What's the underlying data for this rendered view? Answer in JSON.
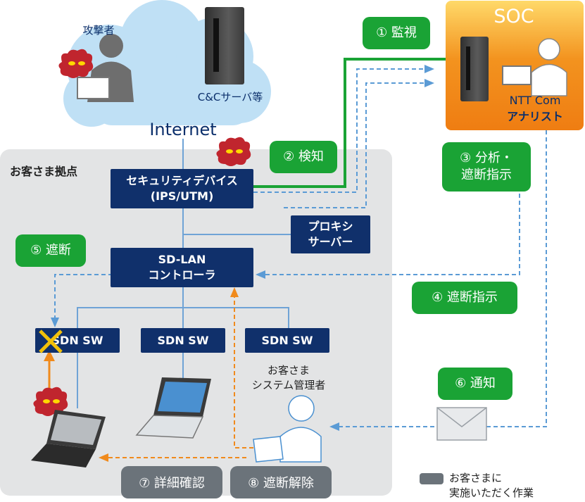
{
  "internet": {
    "attacker_label": "攻撃者",
    "cc_label": "C&Cサーバ等",
    "label": "Internet"
  },
  "soc": {
    "title": "SOC",
    "analyst_line1": "NTT Com",
    "analyst_line2": "アナリスト"
  },
  "site": {
    "label": "お客さま拠点",
    "security_device_line1": "セキュリティデバイス",
    "security_device_line2": "(IPS/UTM)",
    "proxy_line1": "プロキシ",
    "proxy_line2": "サーバー",
    "controller_line1": "SD-LAN",
    "controller_line2": "コントローラ",
    "switch1": "SDN SW",
    "switch2": "SDN SW",
    "switch3": "SDN SW",
    "admin_line1": "お客さま",
    "admin_line2": "システム管理者"
  },
  "steps": {
    "monitor": "① 監視",
    "detect": "② 検知",
    "analyze_line1": "③ 分析・",
    "analyze_line2": "遮断指示",
    "block_instruction": "④ 遮断指示",
    "block": "⑤ 遮断",
    "notify": "⑥ 通知",
    "detail_check": "⑦ 詳細確認",
    "unblock": "⑧ 遮断解除"
  },
  "legend": {
    "line1": "お客さまに",
    "line2": "実施いただく作業"
  },
  "colors": {
    "navy": "#10306b",
    "green": "#1aa335",
    "orange": "#f08a1c",
    "soc_gradient_top": "#ffe07a",
    "dashed_blue": "#5b9bd5",
    "gray_task": "#6b737a",
    "cloud": "#bfe0f5",
    "site_bg": "#e3e4e5"
  }
}
